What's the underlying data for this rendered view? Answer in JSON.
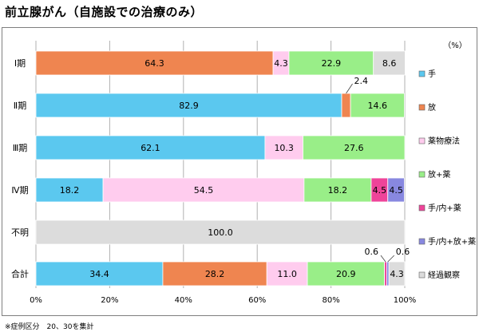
{
  "title": "前立腺がん（自施設での治療のみ）",
  "note": "※症例区分　20、30を集計",
  "unit_label": "（%）",
  "colors": {
    "手": "#5bc8ef",
    "放": "#ef8550",
    "薬物療法": "#ffccee",
    "放+薬": "#99ee88",
    "手/内+薬": "#ee4499",
    "手/内+放+薬": "#8888e0",
    "経過観察": "#dcdcdc"
  },
  "chart_data": {
    "type": "bar",
    "orientation": "horizontal",
    "stacked": true,
    "categories": [
      "Ⅰ期",
      "Ⅱ期",
      "Ⅲ期",
      "Ⅳ期",
      "不明",
      "合計"
    ],
    "series": [
      {
        "name": "手",
        "values": [
          0,
          82.9,
          62.1,
          18.2,
          0,
          34.4
        ]
      },
      {
        "name": "放",
        "values": [
          64.3,
          2.4,
          0,
          0,
          0,
          28.2
        ]
      },
      {
        "name": "薬物療法",
        "values": [
          4.3,
          0,
          10.3,
          54.5,
          0,
          11.0
        ]
      },
      {
        "name": "放+薬",
        "values": [
          22.9,
          14.6,
          27.6,
          18.2,
          0,
          20.9
        ]
      },
      {
        "name": "手/内+薬",
        "values": [
          0,
          0,
          0,
          4.5,
          0,
          0.6
        ]
      },
      {
        "name": "手/内+放+薬",
        "values": [
          0,
          0,
          0,
          4.5,
          0,
          0.6
        ]
      },
      {
        "name": "経過観察",
        "values": [
          8.6,
          0,
          0,
          0,
          100.0,
          4.3
        ]
      }
    ],
    "labels": [
      [
        "",
        "64.3",
        "4.3",
        "22.9",
        "",
        "",
        "8.6"
      ],
      [
        "82.9",
        "2.4",
        "",
        "14.6",
        "",
        "",
        ""
      ],
      [
        "62.1",
        "",
        "10.3",
        "27.6",
        "",
        "",
        ""
      ],
      [
        "18.2",
        "",
        "54.5",
        "18.2",
        "4.5",
        "4.5",
        ""
      ],
      [
        "",
        "",
        "",
        "",
        "",
        "",
        "100.0"
      ],
      [
        "34.4",
        "28.2",
        "11.0",
        "20.9",
        "0.6",
        "0.6",
        "4.3"
      ]
    ],
    "xlim": [
      0,
      100
    ],
    "xticks": [
      "0%",
      "20%",
      "40%",
      "60%",
      "80%",
      "100%"
    ],
    "legend_position": "right",
    "grid": true
  }
}
